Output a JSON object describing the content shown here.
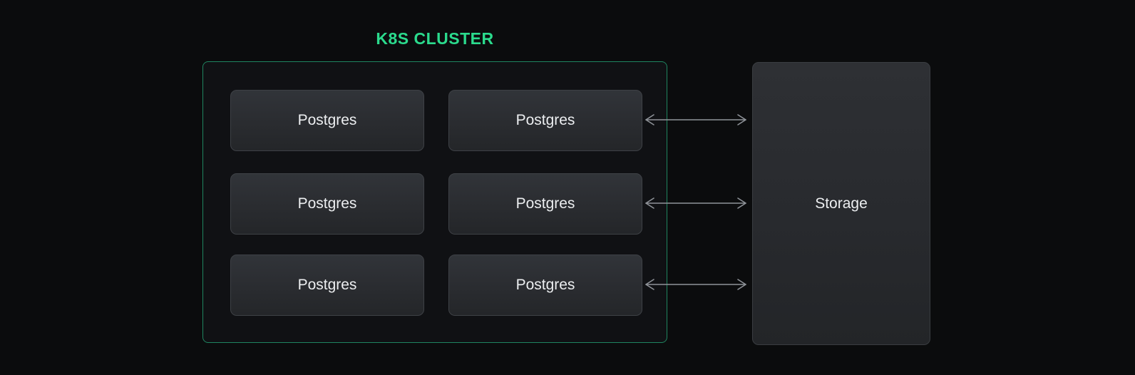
{
  "diagram": {
    "title": {
      "label": "K8S CLUSTER"
    },
    "cluster": {
      "name": "k8s-cluster",
      "nodes": [
        {
          "label": "Postgres"
        },
        {
          "label": "Postgres"
        },
        {
          "label": "Postgres"
        },
        {
          "label": "Postgres"
        },
        {
          "label": "Postgres"
        },
        {
          "label": "Postgres"
        }
      ]
    },
    "storage": {
      "label": "Storage"
    },
    "arrows": [
      {
        "type": "bidirectional",
        "from": "postgres-row-1",
        "to": "storage"
      },
      {
        "type": "bidirectional",
        "from": "postgres-row-2",
        "to": "storage"
      },
      {
        "type": "bidirectional",
        "from": "postgres-row-3",
        "to": "storage"
      }
    ],
    "colors": {
      "background": "#0b0c0d",
      "title_green": "#2bdb8d",
      "cluster_border_green": "#1f8560",
      "node_fill_top": "#313439",
      "node_fill_bottom": "#242629",
      "node_border": "#3e4146",
      "node_text": "#eceef0",
      "arrow_gray": "#8f9399"
    }
  }
}
